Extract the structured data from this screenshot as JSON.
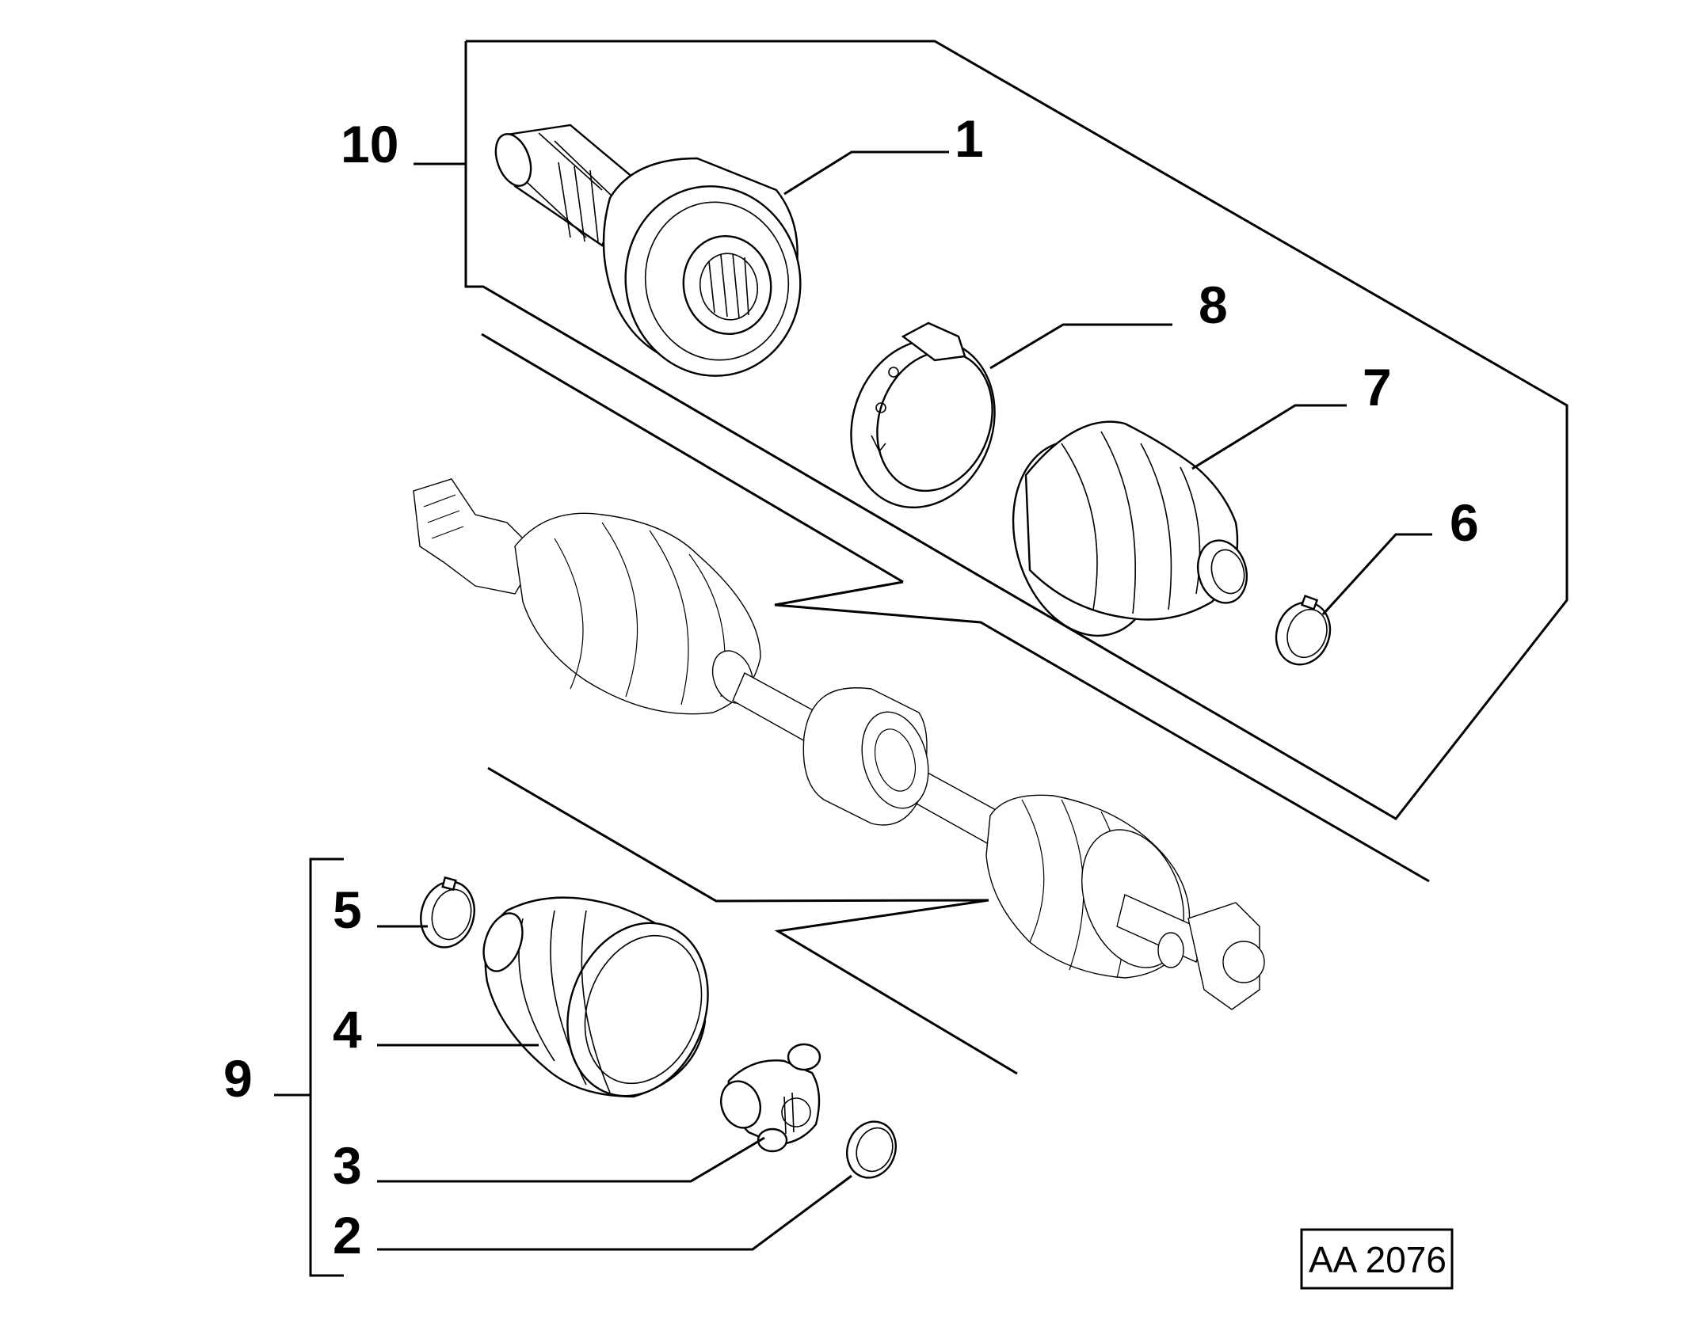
{
  "diagram": {
    "reference_code": "AA 2076",
    "callouts": {
      "c1": "1",
      "c2": "2",
      "c3": "3",
      "c4": "4",
      "c5": "5",
      "c6": "6",
      "c7": "7",
      "c8": "8",
      "c9": "9",
      "c10": "10"
    },
    "parts": [
      "outer-cv-joint",
      "circlip",
      "tripod-spider",
      "inner-boot",
      "small-boot-clamp-inner",
      "small-boot-clamp-outer",
      "outer-boot",
      "large-boot-clamp",
      "inner-joint-kit",
      "outer-joint-kit"
    ]
  }
}
